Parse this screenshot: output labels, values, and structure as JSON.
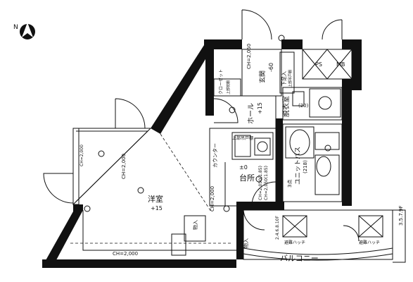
{
  "north": {
    "label": "N"
  },
  "rooms": {
    "western": {
      "name": "洋室",
      "level": "+15",
      "ceiling": "CH=2,000"
    },
    "kitchen": {
      "name": "台所",
      "level": "±0",
      "counter": "カウンター",
      "upper_cab": "上部吊戸棚",
      "ceiling_a": "CH=2,000",
      "ceiling_b": "CH=2,050(1.85)",
      "ceiling_c": "CH=2,050(1.85)"
    },
    "hall": {
      "name": "ホール",
      "level": "+15"
    },
    "entrance": {
      "name": "玄関",
      "level": "-60",
      "ceiling": "CH=2,050",
      "shoebox": "下足入",
      "shoebox_note": "上部吊戸棚"
    },
    "closet": {
      "name": "クローゼット",
      "note": "上部枕棚"
    },
    "dressing": {
      "name": "脱衣室",
      "code": "(20)"
    },
    "bath": {
      "name": "ユニットバス",
      "code": "(218)"
    },
    "balcony": {
      "name": "バルコニー",
      "code": "3.5.7.9F",
      "code2": "2.4.6.8.10F",
      "hatch": "避難ハッチ",
      "hatch2": "避難ハッチ"
    },
    "storage": {
      "name": "物入"
    },
    "storage2": {
      "name": "物入"
    },
    "ps": {
      "name": "PS"
    },
    "mb": {
      "name": "MB"
    },
    "unit_3f": {
      "name": "3点"
    },
    "bottom_ceiling": {
      "ceiling": "CH=2,000"
    },
    "top_ceiling": {
      "ceiling": "CH=2,000"
    }
  }
}
